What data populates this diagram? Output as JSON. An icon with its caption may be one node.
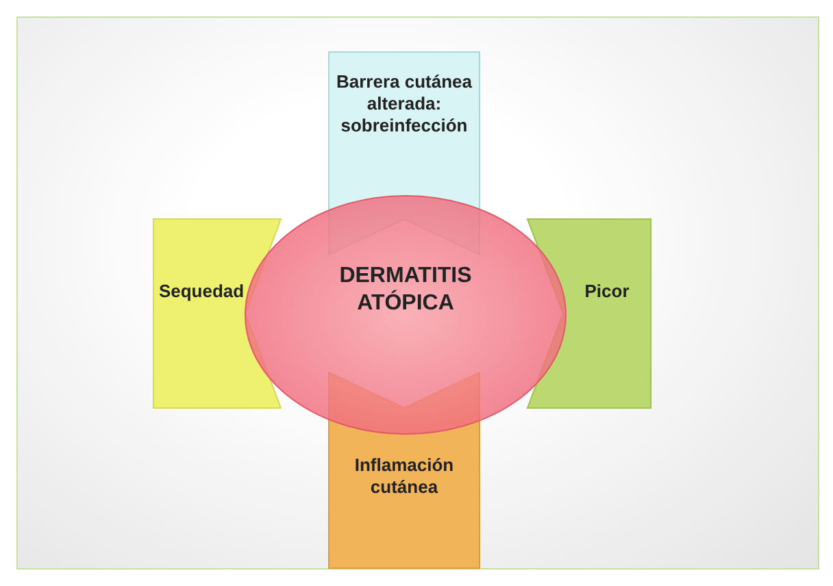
{
  "diagram": {
    "nodes": [
      {
        "text": [
          "Barrera cutánea alterada: sobreinfección"
        ]
      },
      {
        "text": [
          "Sequedad"
        ]
      },
      {
        "text": [
          "DERMATITIS ATÓPICA"
        ]
      },
      {
        "text": [
          "Picor"
        ]
      },
      {
        "text": [
          "Inflamación cutánea"
        ]
      }
    ],
    "edges": []
  }
}
